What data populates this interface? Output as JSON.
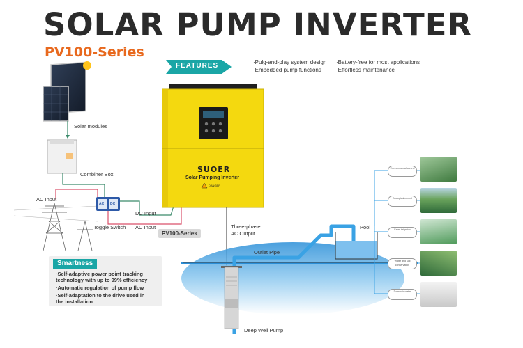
{
  "header": {
    "title": "SOLAR PUMP INVERTER",
    "subtitle": "PV100-Series"
  },
  "features": {
    "badge": "FEATURES",
    "items": [
      "·Pulg-and-play system design",
      "·Battery-free for most applications",
      "·Embedded pump functions",
      "·Effortless  maintenance"
    ]
  },
  "inverter": {
    "brand": "SUOER",
    "label": "Solar Pumping Inverter",
    "warning": "DANGER",
    "series_tag": "PV100-Series"
  },
  "diagram_labels": {
    "solar_modules": "Solar modules",
    "combiner_box": "Combiner Box",
    "ac_input_left": "AC Input",
    "toggle_switch": "Toggle Switch",
    "dc_input": "DC Input",
    "ac_input_mid": "AC Input",
    "ac_switch_label": "AC",
    "dc_switch_label": "DC",
    "three_phase_1": "Three-phase",
    "three_phase_2": "AC Output",
    "pool": "Pool",
    "outlet_pipe": "Outlet Pipe",
    "deep_well_pump": "Deep Well Pump"
  },
  "smartness": {
    "title": "Smartness",
    "items": [
      "·Self-adaptive power point tracking",
      "  technology with up to 99% efficiency",
      "·Automatic regulation of pump flow",
      "·Self-adaptation to the drive used in",
      "  the installation"
    ]
  },
  "applications": [
    {
      "label": "Environmental control"
    },
    {
      "label": "Ecological control"
    },
    {
      "label": "Farm irrigation"
    },
    {
      "label": "Water and soil conservation"
    },
    {
      "label": "Domestic water"
    }
  ],
  "colors": {
    "title": "#2b2b2b",
    "accent_orange": "#e8691e",
    "inverter_yellow": "#f4d90f",
    "teal": "#1aa6a6",
    "green_line": "#3a8a6a",
    "red_line": "#d9506a",
    "water_blue": "#3aa2e4"
  }
}
